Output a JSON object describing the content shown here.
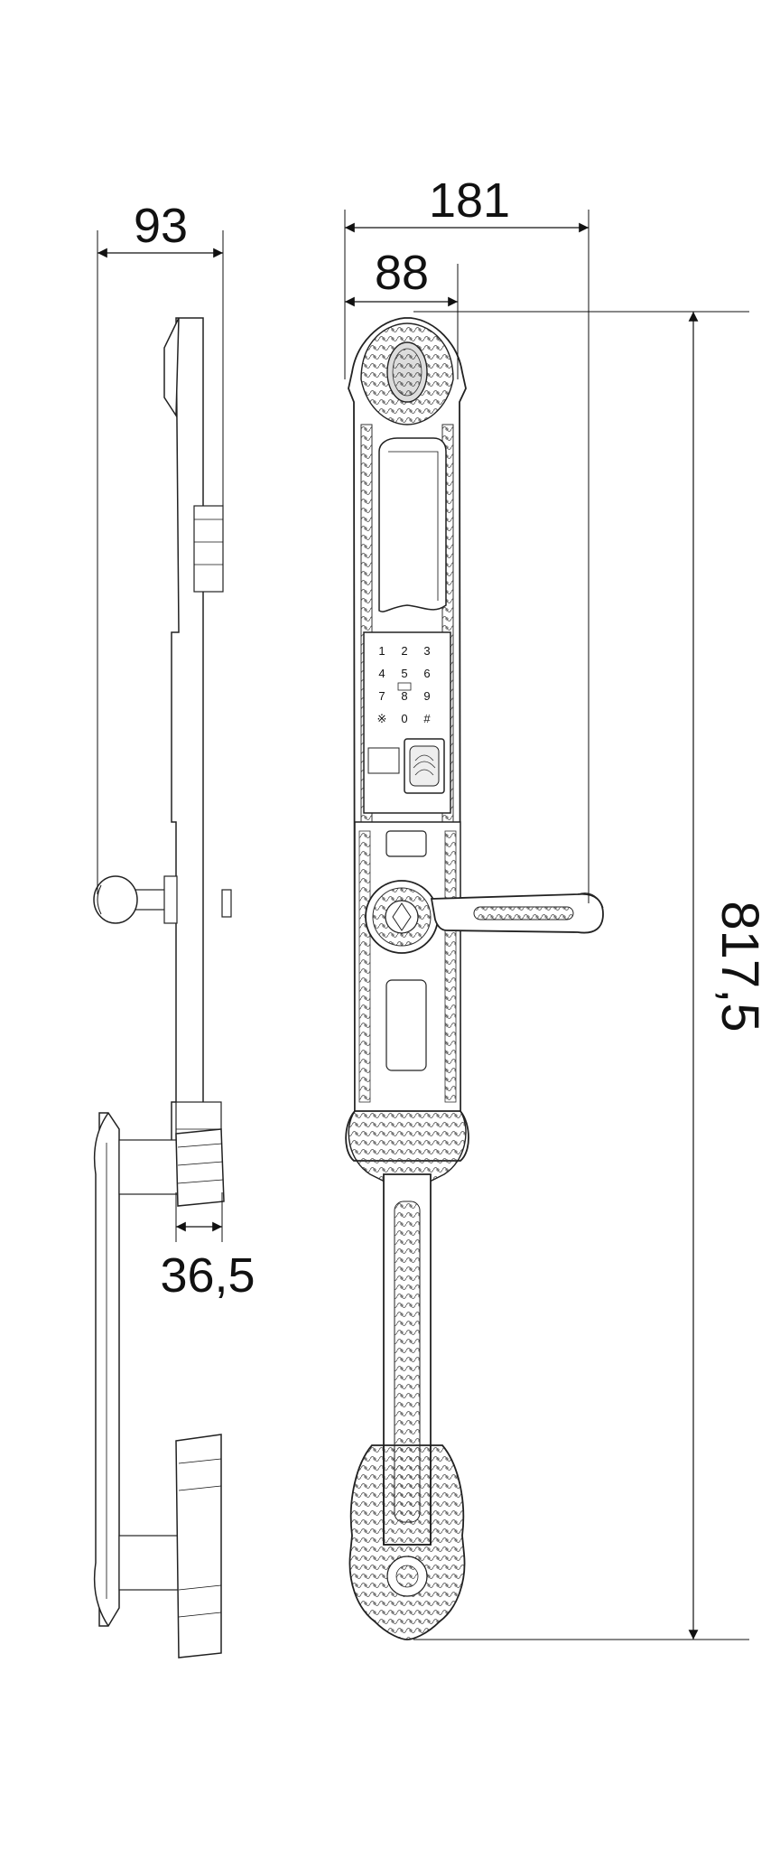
{
  "dimensions": {
    "side_depth": "93",
    "front_width": "181",
    "front_inner_width": "88",
    "height": "817,5",
    "handle_projection": "36,5"
  },
  "keypad": {
    "keys": [
      "1",
      "2",
      "3",
      "4",
      "5",
      "6",
      "7",
      "8",
      "9",
      "※",
      "0",
      "#"
    ]
  },
  "colors": {
    "line": "#111111",
    "fill": "#ffffff"
  }
}
